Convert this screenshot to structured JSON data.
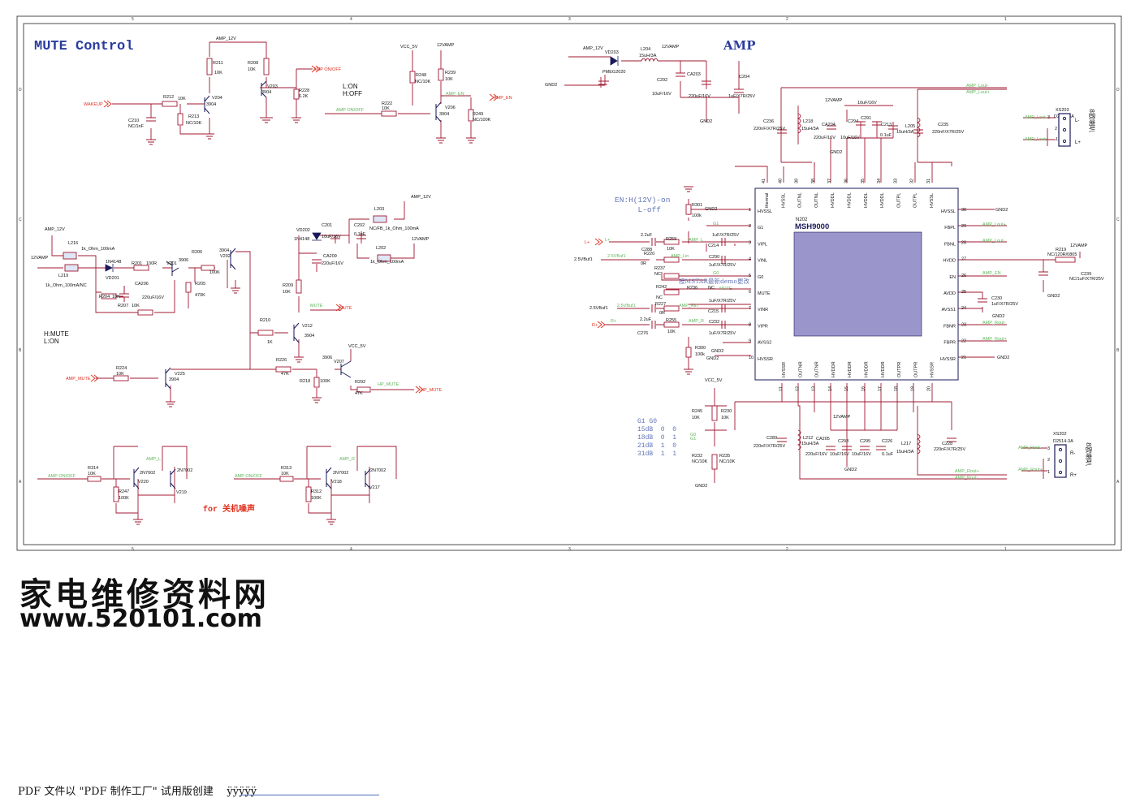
{
  "sections": {
    "mute_title": "MUTE Control",
    "amp_title": "AMP"
  },
  "notes": {
    "lon_hoff": "L:ON\nH:OFF",
    "hmute_lon": "H:MUTE\nL:ON",
    "en_note": "EN:H(12V)-on\n     L-off",
    "for_note": "for 关机噪声",
    "mstar_note": "按MSTAR最新demo更改",
    "gain_table": "G1 G0\n15dB  0  0\n18dB  0  1\n21dB  1  0\n31dB  1  1"
  },
  "nets": {
    "amp12v": "AMP_12V",
    "vcc5v": "VCC_5V",
    "v12vamp": "12VAMP",
    "amp_onoff": "AMP ON/OFF",
    "amp_en": "AMP_EN",
    "wakeup": "WAKEUP",
    "amp_mute": "AMP_MUTE",
    "mute": "MUTE",
    "hp_mute": "HP_MUTE",
    "gnd2": "GND2",
    "amp_l": "AMP_L",
    "amp_r": "AMP_R",
    "buf1": "2.5VBuf1",
    "lplus": "L+",
    "rplus": "R+"
  },
  "chip": {
    "ref": "N202",
    "name": "MSH9000",
    "left_pins": [
      {
        "num": "1",
        "name": "HVSSL"
      },
      {
        "num": "2",
        "name": "G1"
      },
      {
        "num": "3",
        "name": "VIPL"
      },
      {
        "num": "4",
        "name": "VINL"
      },
      {
        "num": "5",
        "name": "G0"
      },
      {
        "num": "6",
        "name": "MUTE"
      },
      {
        "num": "7",
        "name": "VINR"
      },
      {
        "num": "8",
        "name": "VIPR"
      },
      {
        "num": "9",
        "name": "AVSS2"
      },
      {
        "num": "10",
        "name": "HVSSR"
      }
    ],
    "right_pins": [
      {
        "num": "30",
        "name": "HVSSL"
      },
      {
        "num": "29",
        "name": "FBPL"
      },
      {
        "num": "28",
        "name": "FBNL"
      },
      {
        "num": "27",
        "name": "HVDD"
      },
      {
        "num": "26",
        "name": "EN"
      },
      {
        "num": "25",
        "name": "AVDD"
      },
      {
        "num": "24",
        "name": "AVSS1"
      },
      {
        "num": "23",
        "name": "FBNR"
      },
      {
        "num": "22",
        "name": "FBPR"
      },
      {
        "num": "21",
        "name": "HVSSR"
      }
    ],
    "top_pins": [
      {
        "num": "41",
        "name": "thermal"
      },
      {
        "num": "40",
        "name": "HVSSL"
      },
      {
        "num": "39",
        "name": "OUTNL"
      },
      {
        "num": "38",
        "name": "OUTNL"
      },
      {
        "num": "37",
        "name": "HVDDL"
      },
      {
        "num": "36",
        "name": "HVDDL"
      },
      {
        "num": "35",
        "name": "HVDDL"
      },
      {
        "num": "34",
        "name": "HVDDL"
      },
      {
        "num": "33",
        "name": "OUTPL"
      },
      {
        "num": "32",
        "name": "OUTPL"
      },
      {
        "num": "31",
        "name": "HVSSL"
      }
    ],
    "bottom_pins": [
      {
        "num": "11",
        "name": "HVSSR"
      },
      {
        "num": "12",
        "name": "OUTNR"
      },
      {
        "num": "13",
        "name": "OUTNR"
      },
      {
        "num": "14",
        "name": "HVDDR"
      },
      {
        "num": "15",
        "name": "HVDDR"
      },
      {
        "num": "16",
        "name": "HVDDR"
      },
      {
        "num": "17",
        "name": "HVDDR"
      },
      {
        "num": "18",
        "name": "OUTPR"
      },
      {
        "num": "19",
        "name": "OUTPR"
      },
      {
        "num": "20",
        "name": "HVSSR"
      }
    ]
  },
  "connectors": {
    "xs203": {
      "ref": "XS203",
      "part": "D2514-3A",
      "side": "8欧喇叭",
      "pins": [
        "L-",
        "L+"
      ]
    },
    "xs202": {
      "ref": "XS202",
      "part": "D2514-3A",
      "side": "8欧喇叭",
      "pins": [
        "R-",
        "R+"
      ]
    }
  },
  "watermark": {
    "cn": "家电维修资料网",
    "url": "www.520101.com"
  },
  "footer": "PDF 文件以 \"PDF 制作工厂\" 试用版创建",
  "footer_link": "ÿÿÿÿÿ",
  "colors": {
    "wire": "#a01830",
    "label_red": "#e0301e",
    "label_green": "#5fb65a",
    "text_black": "#111111",
    "title_blue": "#2a3d9e",
    "note_blue": "#6477b8",
    "chip_fill": "#9a96cc"
  }
}
